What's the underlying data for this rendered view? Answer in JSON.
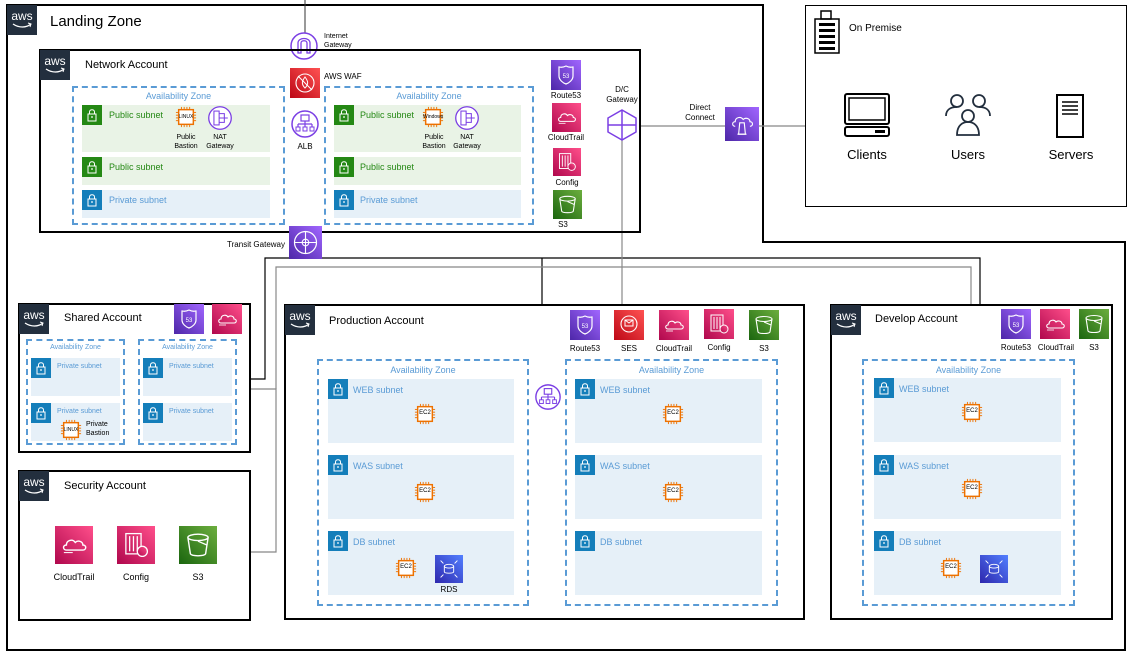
{
  "landing_zone": {
    "title": "Landing Zone",
    "logo": "aws"
  },
  "internet_gateway": {
    "label": "Internet Gateway",
    "icon": "internet-gateway-icon"
  },
  "waf": {
    "label": "AWS WAF",
    "icon": "waf-icon"
  },
  "alb": {
    "label": "ALB"
  },
  "transit_gateway": {
    "label": "Transit Gateway"
  },
  "dc_gateway": {
    "label": "D/C Gateway"
  },
  "direct_connect": {
    "label": "Direct Connect"
  },
  "network_account": {
    "title": "Network Account",
    "az_left": {
      "label": "Availability Zone",
      "subnets": [
        "Public subnet",
        "Public subnet",
        "Private subnet"
      ],
      "bastion": {
        "label": "Public Bastion",
        "os": "LINUX"
      },
      "nat": {
        "label": "NAT Gateway"
      }
    },
    "az_right": {
      "label": "Availability Zone",
      "subnets": [
        "Public subnet",
        "Public subnet",
        "Private subnet"
      ],
      "bastion": {
        "label": "Public Bastion",
        "os": "Windows"
      },
      "nat": {
        "label": "NAT Gateway"
      }
    },
    "services": [
      "Route53",
      "CloudTrail",
      "Config",
      "S3"
    ]
  },
  "on_premise": {
    "title": "On Premise",
    "items": [
      "Clients",
      "Users",
      "Servers"
    ]
  },
  "shared_account": {
    "title": "Shared Account",
    "azs": [
      {
        "label": "Availability Zone",
        "subnets": [
          "Private subnet",
          "Private subnet"
        ]
      },
      {
        "label": "Availability Zone",
        "subnets": [
          "Private subnet",
          "Private subnet"
        ]
      }
    ],
    "bastion": {
      "label": "Private Bastion",
      "os": "LINUX"
    }
  },
  "security_account": {
    "title": "Security Account",
    "services": [
      "CloudTrail",
      "Config",
      "S3"
    ]
  },
  "production_account": {
    "title": "Production Account",
    "services": [
      "Route53",
      "SES",
      "CloudTrail",
      "Config",
      "S3"
    ],
    "azs": [
      {
        "label": "Availability Zone",
        "subnets": [
          "WEB subnet",
          "WAS subnet",
          "DB subnet"
        ]
      },
      {
        "label": "Availability Zone",
        "subnets": [
          "WEB subnet",
          "WAS subnet",
          "DB subnet"
        ]
      }
    ],
    "ec2_label": "EC2",
    "rds_label": "RDS"
  },
  "develop_account": {
    "title": "Develop Account",
    "services": [
      "Route53",
      "CloudTrail",
      "S3"
    ],
    "az": {
      "label": "Availability Zone",
      "subnets": [
        "WEB subnet",
        "WAS subnet",
        "DB subnet"
      ]
    },
    "ec2_label": "EC2"
  },
  "colors": {
    "purple": "#7b3fe4",
    "pink": "#e7157b",
    "red": "#dd344c",
    "green": "#3f8624",
    "orange": "#ed7100",
    "blue_rds": "#3b48cc",
    "az_dash": "#5a9bd5",
    "pub_subnet": "#248814",
    "priv_subnet": "#147eba"
  }
}
